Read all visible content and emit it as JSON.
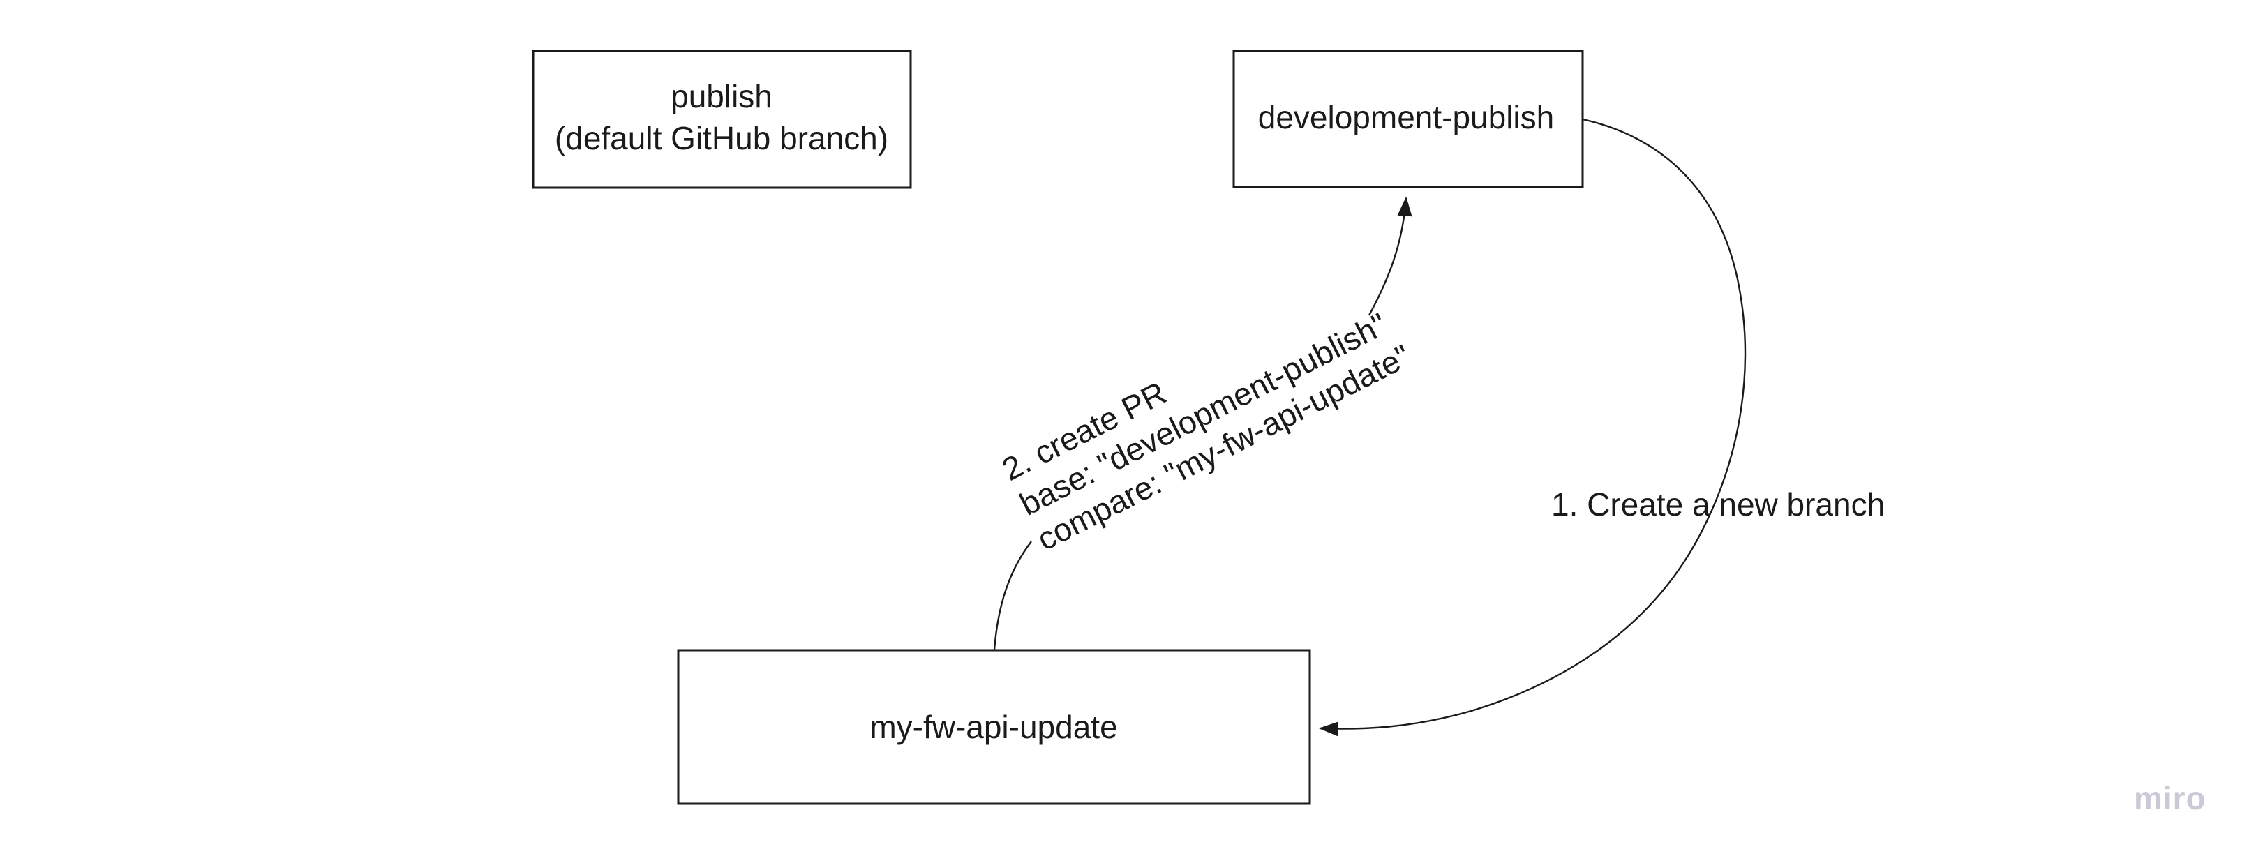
{
  "board": {
    "background": "#ffffff"
  },
  "colors": {
    "ink": "#1a1a1a",
    "watermark_gray": "#c9cad5"
  },
  "nodes": [
    {
      "id": "publish",
      "lines": [
        "publish",
        "(default GitHub branch)"
      ]
    },
    {
      "id": "development-publish",
      "lines": [
        "development-publish"
      ]
    },
    {
      "id": "my-fw-api-update",
      "lines": [
        "my-fw-api-update"
      ]
    }
  ],
  "connectors": [
    {
      "id": "create-new-branch",
      "from": "development-publish",
      "to": "my-fw-api-update",
      "label": "1. Create a new branch"
    },
    {
      "id": "create-pr",
      "from": "my-fw-api-update",
      "to": "development-publish",
      "lines": [
        "2. create PR",
        "base: \"development-publish\"",
        "compare: \"my-fw-api-update\""
      ]
    }
  ],
  "watermark": {
    "label": "miro"
  }
}
